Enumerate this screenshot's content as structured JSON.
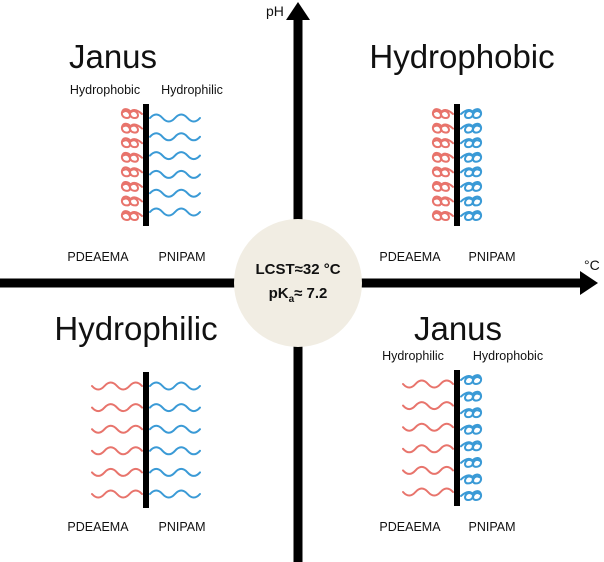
{
  "axes": {
    "y_label": "pH",
    "x_label": "°C"
  },
  "center": {
    "line1": "LCST≈32 °C",
    "line2_prefix": "pK",
    "line2_sub": "a",
    "line2_suffix": "≈ 7.2"
  },
  "colors": {
    "pdeaema": "#e8746c",
    "pnipam": "#3a9ad6",
    "axis": "#000000",
    "center_fill": "#f1ede3"
  },
  "quadrants": [
    {
      "id": "top-left",
      "title": "Janus",
      "left_side_label": "Hydrophobic",
      "right_side_label": "Hydrophilic",
      "left_chain_state": "collapsed",
      "right_chain_state": "extended",
      "left_polymer": "PDEAEMA",
      "right_polymer": "PNIPAM"
    },
    {
      "id": "top-right",
      "title": "Hydrophobic",
      "left_side_label": "",
      "right_side_label": "",
      "left_chain_state": "collapsed",
      "right_chain_state": "collapsed",
      "left_polymer": "PDEAEMA",
      "right_polymer": "PNIPAM"
    },
    {
      "id": "bottom-left",
      "title": "Hydrophilic",
      "left_side_label": "",
      "right_side_label": "",
      "left_chain_state": "extended",
      "right_chain_state": "extended",
      "left_polymer": "PDEAEMA",
      "right_polymer": "PNIPAM"
    },
    {
      "id": "bottom-right",
      "title": "Janus",
      "left_side_label": "Hydrophilic",
      "right_side_label": "Hydrophobic",
      "left_chain_state": "extended",
      "right_chain_state": "collapsed",
      "left_polymer": "PDEAEMA",
      "right_polymer": "PNIPAM"
    }
  ]
}
